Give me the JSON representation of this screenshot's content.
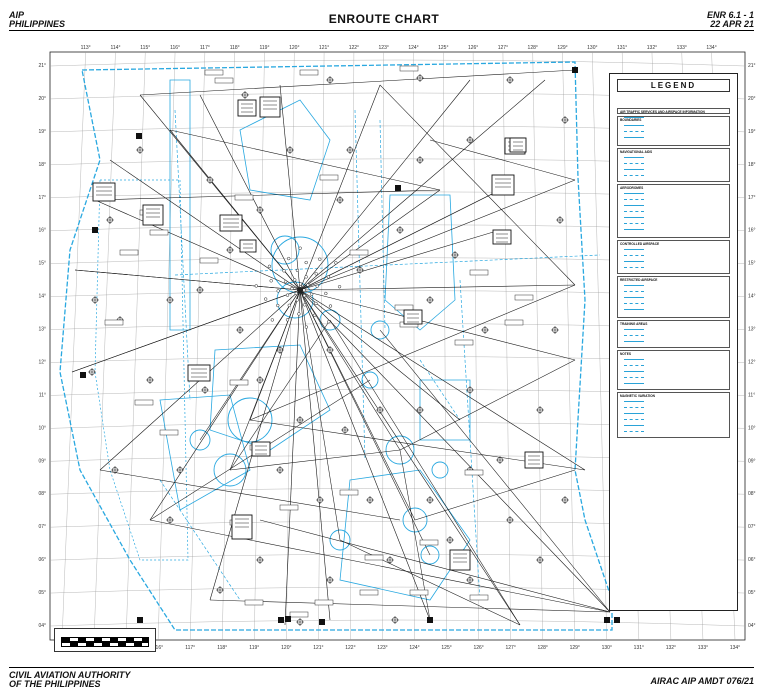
{
  "header": {
    "left_line1": "AIP",
    "left_line2": "PHILIPPINES",
    "title": "ENROUTE CHART",
    "right_line1": "ENR 6.1 - 1",
    "right_line2": "22 APR 21"
  },
  "footer": {
    "left_line1": "CIVIL AVIATION AUTHORITY",
    "left_line2": "OF THE PHILIPPINES",
    "right": "AIRAC AIP AMDT 076/21"
  },
  "legend": {
    "title": "LEGEND",
    "sections": [
      {
        "title": "AIR TRAFFIC SERVICES AND AIRSPACE INFORMATION"
      },
      {
        "title": "BOUNDARIES"
      },
      {
        "title": "NAVIGATIONAL AIDS"
      },
      {
        "title": "AERODROMES"
      },
      {
        "title": "CONTROLLED AIRSPACE"
      },
      {
        "title": "RESTRICTED AIRSPACE"
      },
      {
        "title": "TRAINING AREAS"
      },
      {
        "title": "NOTES"
      },
      {
        "title": "MAGNETIC VARIATION"
      }
    ]
  },
  "longitudes": [
    "113°",
    "114°",
    "115°",
    "116°",
    "117°",
    "118°",
    "119°",
    "120°",
    "121°",
    "122°",
    "123°",
    "124°",
    "125°",
    "126°",
    "127°",
    "128°",
    "129°",
    "130°",
    "131°",
    "132°",
    "133°",
    "134°"
  ],
  "latitudes_left": [
    "21°",
    "20°",
    "19°",
    "18°",
    "17°",
    "16°",
    "15°",
    "14°",
    "13°",
    "12°",
    "11°",
    "10°",
    "09°",
    "08°",
    "07°",
    "06°",
    "05°",
    "04°"
  ],
  "latitudes_right": [
    "21°",
    "20°",
    "19°",
    "18°",
    "17°",
    "16°",
    "15°",
    "14°",
    "13°",
    "12°",
    "11°",
    "10°",
    "09°",
    "08°",
    "07°",
    "06°",
    "05°",
    "04°"
  ],
  "colors": {
    "route_black": "#1a1a1a",
    "airspace_blue": "#29a8e0",
    "graticule": "#9a9a9a"
  }
}
